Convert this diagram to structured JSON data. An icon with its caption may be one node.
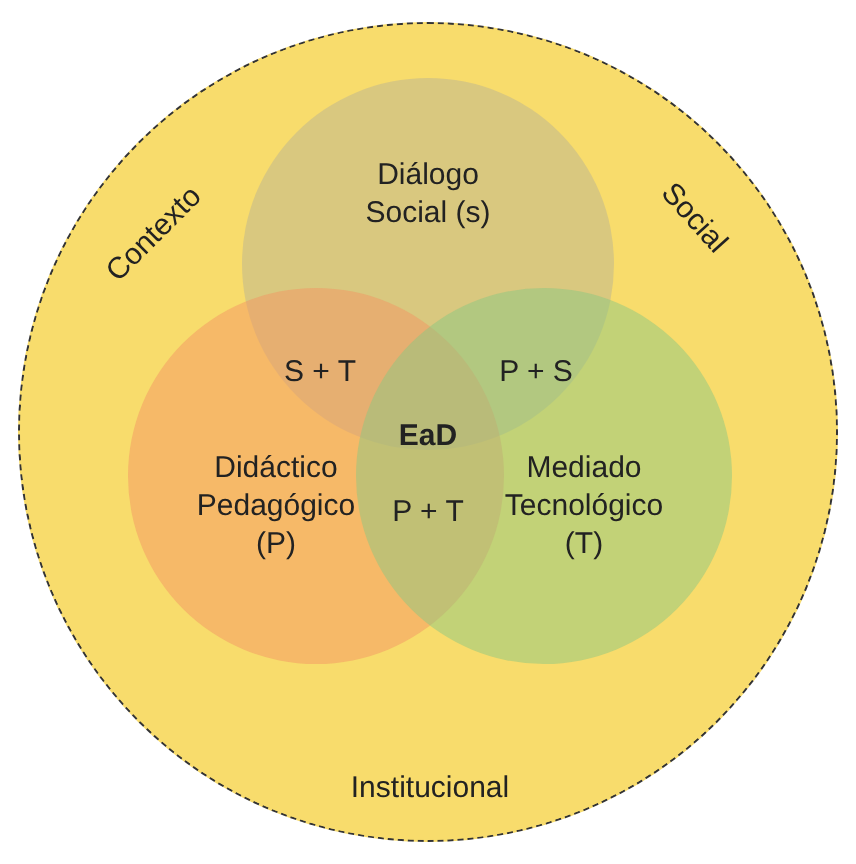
{
  "diagram": {
    "nodes": [
      {
        "text": [
          "Contexto",
          "Social",
          "Institucional"
        ]
      },
      {
        "text": [
          "Diálogo Social (s)"
        ],
        "in": 0
      },
      {
        "text": [
          "Didáctico Pedagógico (P)"
        ],
        "in": 0
      },
      {
        "text": [
          "Mediado Tecnológico (T)"
        ],
        "in": 0
      }
    ],
    "edges": [],
    "labels": [
      "S + T",
      "P + S",
      "EaD",
      "P + T"
    ]
  }
}
